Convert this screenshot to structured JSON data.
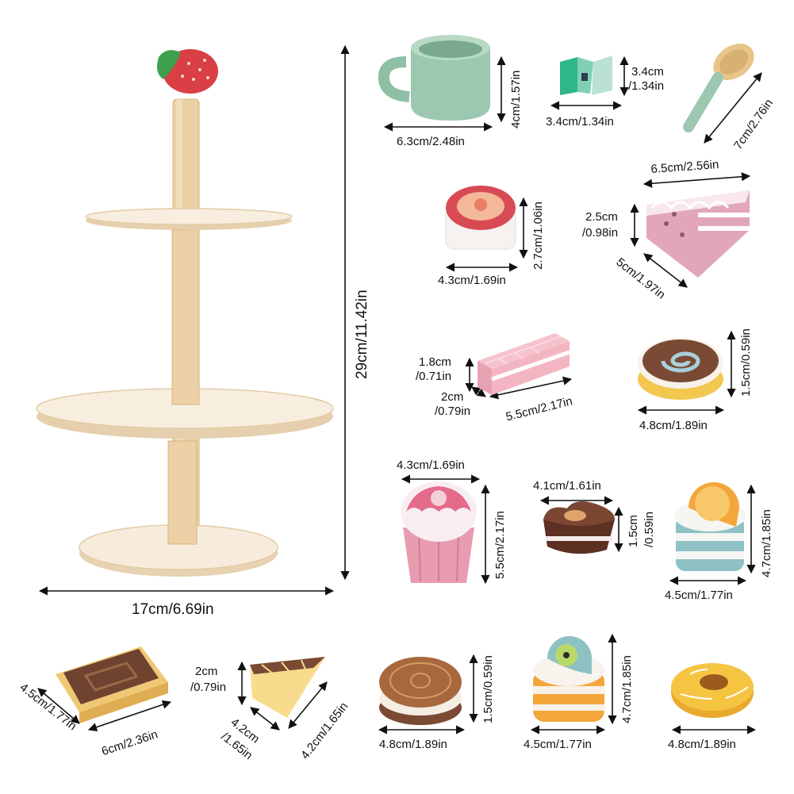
{
  "stand": {
    "height_label": "29cm/11.42in",
    "width_label": "17cm/6.69in"
  },
  "items": {
    "cup": {
      "width": "6.3cm/2.48in",
      "height": "4cm/1.57in"
    },
    "cube": {
      "width": "3.4cm/1.34in",
      "height_a": "3.4cm",
      "height_b": "/1.34in"
    },
    "spoon": {
      "length": "7cm/2.76in"
    },
    "tart": {
      "width": "4.3cm/1.69in",
      "height": "2.7cm/1.06in"
    },
    "pink_cake": {
      "top": "6.5cm/2.56in",
      "height_a": "2.5cm",
      "height_b": "/0.98in",
      "side": "5cm/1.97in"
    },
    "wafer": {
      "height_a": "1.8cm",
      "height_b": "/0.71in",
      "depth_a": "2cm",
      "depth_b": "/0.79in",
      "length": "5.5cm/2.17in"
    },
    "roll": {
      "width": "4.8cm/1.89in",
      "height": "1.5cm/0.59in"
    },
    "cupcake": {
      "width": "4.3cm/1.69in",
      "height": "5.5cm/2.17in"
    },
    "heart": {
      "width": "4.1cm/1.61in",
      "height_a": "1.5cm",
      "height_b": "/0.59in"
    },
    "orange_cake": {
      "width": "4.5cm/1.77in",
      "height": "4.7cm/1.85in"
    },
    "biscuit": {
      "side": "4.5cm/1.77in",
      "length": "6cm/2.36in"
    },
    "cheese": {
      "height_a": "2cm",
      "height_b": "/0.79in",
      "side_a": "4.2cm",
      "side_b": "/1.65in",
      "side_c": "4.2cm/1.65in"
    },
    "sandwich_cookie": {
      "width": "4.8cm/1.89in",
      "height": "1.5cm/0.59in"
    },
    "kiwi_cake": {
      "width": "4.5cm/1.77in",
      "height": "4.7cm/1.85in"
    },
    "donut": {
      "width": "4.8cm/1.89in"
    }
  },
  "colors": {
    "wood": "#f3dfbf",
    "wood_edge": "#e2c8a0",
    "pole": "#e8c99a",
    "sage": "#8fbfa5",
    "pink": "#e9a9bb",
    "brown": "#6b3b2a",
    "yellow": "#f1c84f"
  }
}
